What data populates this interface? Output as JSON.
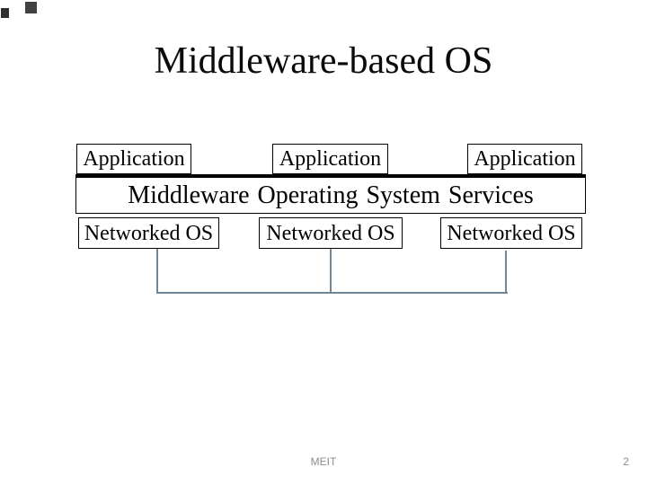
{
  "title": "Middleware-based OS",
  "diagram": {
    "application_boxes": [
      {
        "label": "Application"
      },
      {
        "label": "Application"
      },
      {
        "label": "Application"
      }
    ],
    "middleware_box": {
      "label": "Middleware Operating System Services"
    },
    "networked_boxes": [
      {
        "label": "Networked OS"
      },
      {
        "label": "Networked OS"
      },
      {
        "label": "Networked OS"
      }
    ]
  },
  "footer": {
    "center_text": "MEIT",
    "page_number": "2"
  },
  "colors": {
    "box_border": "#000000",
    "box_fill": "#ffffff",
    "connector_line": "#708797",
    "footer_text": "#8e8e8e",
    "corner_square_1": "#414141",
    "corner_square_2": "#2e2e2e",
    "title_text": "#0a0a0a"
  }
}
